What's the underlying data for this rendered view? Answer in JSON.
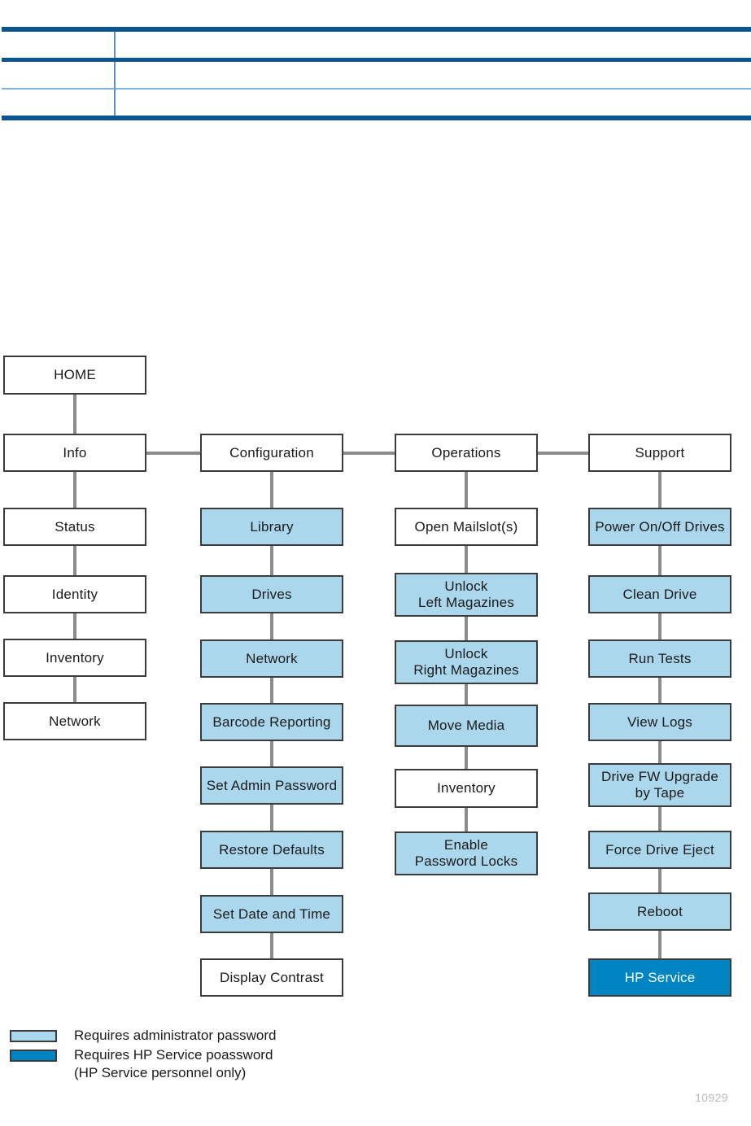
{
  "document": {
    "table": {
      "rows": [
        {
          "cells": [
            "",
            ""
          ]
        },
        {
          "cells": [
            "",
            ""
          ]
        },
        {
          "cells": [
            "",
            ""
          ]
        }
      ]
    },
    "figure_number": "10929"
  },
  "colors": {
    "admin_blue": "#AAD7EC",
    "service_blue": "#0084C2",
    "node_border": "#3B3B3B",
    "connector": "#8C8C8C",
    "table_border": "#0A5490",
    "table_inner_border": "#5E93BF"
  },
  "flowchart": {
    "root": {
      "label": "HOME"
    },
    "columns": [
      {
        "header": {
          "label": "Info",
          "level": "admin_none"
        },
        "items": [
          {
            "label": "Status",
            "level": "none"
          },
          {
            "label": "Identity",
            "level": "none"
          },
          {
            "label": "Inventory",
            "level": "none"
          },
          {
            "label": "Network",
            "level": "none"
          }
        ]
      },
      {
        "header": {
          "label": "Configuration",
          "level": "none"
        },
        "items": [
          {
            "label": "Library",
            "level": "admin"
          },
          {
            "label": "Drives",
            "level": "admin"
          },
          {
            "label": "Network",
            "level": "admin"
          },
          {
            "label": "Barcode Reporting",
            "level": "admin"
          },
          {
            "label": "Set Admin Password",
            "level": "admin"
          },
          {
            "label": "Restore Defaults",
            "level": "admin"
          },
          {
            "label": "Set Date and Time",
            "level": "admin"
          },
          {
            "label": "Display Contrast",
            "level": "none"
          }
        ]
      },
      {
        "header": {
          "label": "Operations",
          "level": "none"
        },
        "items": [
          {
            "label": "Open Mailslot(s)",
            "level": "none"
          },
          {
            "label": "Unlock\nLeft Magazines",
            "level": "admin"
          },
          {
            "label": "Unlock\nRight Magazines",
            "level": "admin"
          },
          {
            "label": "Move Media",
            "level": "admin"
          },
          {
            "label": "Inventory",
            "level": "none"
          },
          {
            "label": "Enable\nPassword Locks",
            "level": "admin"
          }
        ]
      },
      {
        "header": {
          "label": "Support",
          "level": "none"
        },
        "items": [
          {
            "label": "Power On/Off Drives",
            "level": "admin"
          },
          {
            "label": "Clean Drive",
            "level": "admin"
          },
          {
            "label": "Run Tests",
            "level": "admin"
          },
          {
            "label": "View Logs",
            "level": "admin"
          },
          {
            "label": "Drive FW Upgrade\nby Tape",
            "level": "admin"
          },
          {
            "label": "Force Drive Eject",
            "level": "admin"
          },
          {
            "label": "Reboot",
            "level": "admin"
          },
          {
            "label": "HP Service",
            "level": "service"
          }
        ]
      }
    ]
  },
  "legend": {
    "entries": [
      {
        "swatch": "admin_blue",
        "text": "Requires administrator password"
      },
      {
        "swatch": "service_blue",
        "text": "Requires HP Service poassword\n(HP Service personnel only)"
      }
    ]
  }
}
